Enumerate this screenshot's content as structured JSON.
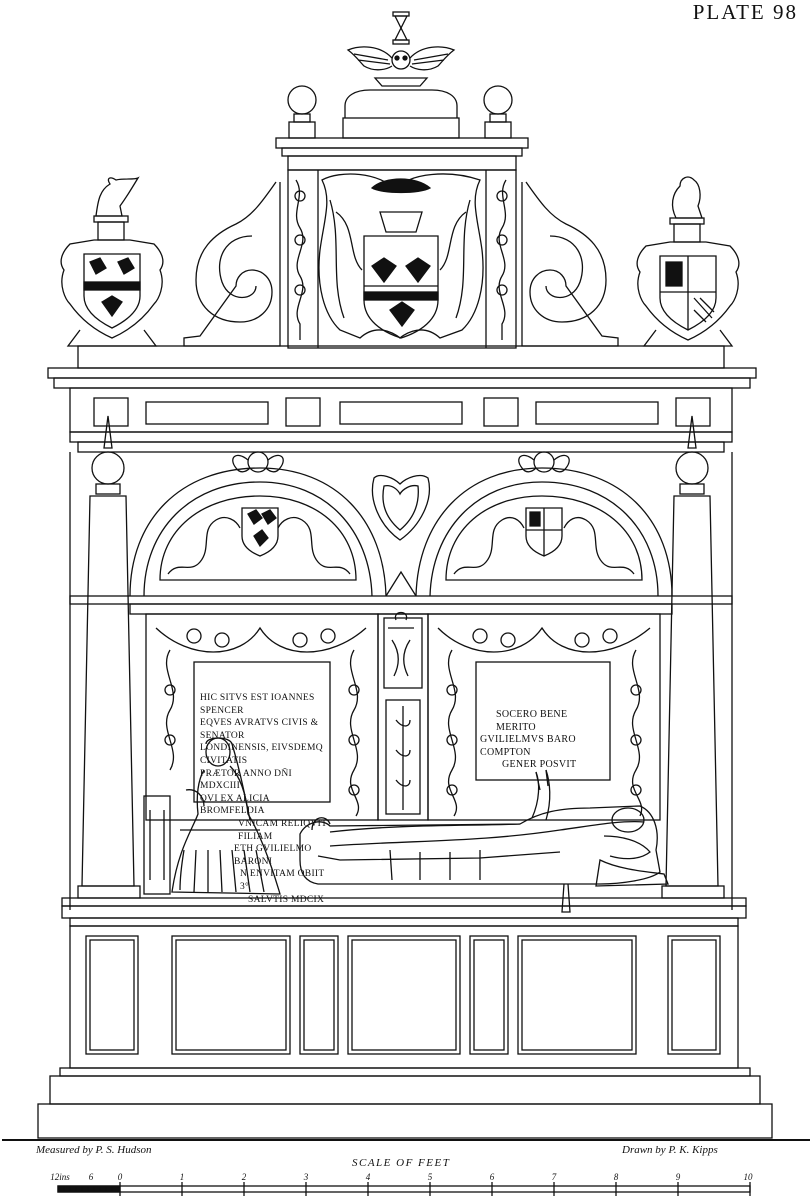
{
  "plate": {
    "label": "PLATE 98"
  },
  "inscriptions": {
    "left_panel": [
      "HIC SITVS EST IOANNES SPENCER",
      "EQVES AVRATVS CIVIS & SENATOR",
      "LONDINENSIS, EIVSDEMQ CIVITATIS",
      "PRÆTOR ANNO DÑI MDXCIII",
      "QVI EX ALICIA BROMFELDIA",
      "VNICAM RELIQVIT FILIAM",
      "ETH GVILIELMO BARONI",
      "N ENVITAM OBIIT 3°",
      "SALVTIS MDCIX"
    ],
    "right_panel": [
      "SOCERO BENE MERITO",
      "GVILIELMVS BARO COMPTON",
      "GENER POSVIT"
    ]
  },
  "credits": {
    "measured_by": "Measured by P. S. Hudson",
    "drawn_by": "Drawn by P. K. Kipps"
  },
  "scale": {
    "title": "SCALE OF FEET",
    "ticks": [
      "12ins",
      "6",
      "0",
      "1",
      "2",
      "3",
      "4",
      "5",
      "6",
      "7",
      "8",
      "9",
      "10"
    ]
  }
}
